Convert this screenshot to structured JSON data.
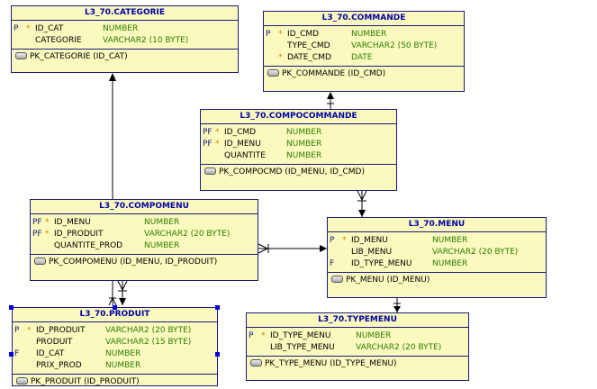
{
  "tables": {
    "categorie": {
      "name": "L3_70.CATEGORIE",
      "columns": [
        {
          "flag": "P",
          "star": "*",
          "name": "ID_CAT",
          "type": "NUMBER"
        },
        {
          "flag": "",
          "star": "",
          "name": "CATEGORIE",
          "type": "VARCHAR2 (10 BYTE)"
        }
      ],
      "pk": "PK_CATEGORIE (ID_CAT)"
    },
    "commande": {
      "name": "L3_70.COMMANDE",
      "columns": [
        {
          "flag": "P",
          "star": "*",
          "name": "ID_CMD",
          "type": "NUMBER"
        },
        {
          "flag": "",
          "star": "",
          "name": "TYPE_CMD",
          "type": "VARCHAR2 (50 BYTE)"
        },
        {
          "flag": "",
          "star": "*",
          "name": "DATE_CMD",
          "type": "DATE"
        }
      ],
      "pk": "PK_COMMANDE (ID_CMD)"
    },
    "compocommande": {
      "name": "L3_70.COMPOCOMMANDE",
      "columns": [
        {
          "flag": "PF",
          "star": "*",
          "name": "ID_CMD",
          "type": "NUMBER"
        },
        {
          "flag": "PF",
          "star": "*",
          "name": "ID_MENU",
          "type": "NUMBER"
        },
        {
          "flag": "",
          "star": "",
          "name": "QUANTITE",
          "type": "NUMBER"
        }
      ],
      "pk": "PK_COMPOCMD (ID_MENU, ID_CMD)"
    },
    "compomenu": {
      "name": "L3_70.COMPOMENU",
      "columns": [
        {
          "flag": "PF",
          "star": "*",
          "name": "ID_MENU",
          "type": "NUMBER"
        },
        {
          "flag": "PF",
          "star": "*",
          "name": "ID_PRODUIT",
          "type": "VARCHAR2 (20 BYTE)"
        },
        {
          "flag": "",
          "star": "",
          "name": "QUANTITE_PROD",
          "type": "NUMBER"
        }
      ],
      "pk": "PK_COMPOMENU (ID_MENU, ID_PRODUIT)"
    },
    "menu": {
      "name": "L3_70.MENU",
      "columns": [
        {
          "flag": "P",
          "star": "*",
          "name": "ID_MENU",
          "type": "NUMBER"
        },
        {
          "flag": "",
          "star": "",
          "name": "LIB_MENU",
          "type": "VARCHAR2 (20 BYTE)"
        },
        {
          "flag": "F",
          "star": "",
          "name": "ID_TYPE_MENU",
          "type": "NUMBER"
        }
      ],
      "pk": "PK_MENU (ID_MENU)"
    },
    "produit": {
      "name": "L3_70.PRODUIT",
      "columns": [
        {
          "flag": "P",
          "star": "*",
          "name": "ID_PRODUIT",
          "type": "VARCHAR2 (20 BYTE)"
        },
        {
          "flag": "",
          "star": "",
          "name": "PRODUIT",
          "type": "VARCHAR2 (15 BYTE)"
        },
        {
          "flag": "F",
          "star": "",
          "name": "ID_CAT",
          "type": "NUMBER"
        },
        {
          "flag": "",
          "star": "",
          "name": "PRIX_PROD",
          "type": "NUMBER"
        }
      ],
      "pk": "PK_PRODUIT (ID_PRODUIT)"
    },
    "typemenu": {
      "name": "L3_70.TYPEMENU",
      "columns": [
        {
          "flag": "P",
          "star": "*",
          "name": "ID_TYPE_MENU",
          "type": "NUMBER"
        },
        {
          "flag": "",
          "star": "",
          "name": "LIB_TYPE_MENU",
          "type": "VARCHAR2 (20 BYTE)"
        }
      ],
      "pk": "PK_TYPE_MENU (ID_TYPE_MENU)"
    }
  },
  "colors": {
    "table_bg": "#fafabe",
    "border": "#1a1a80",
    "title": "#0000a8",
    "type": "#2e7d00",
    "star": "#d07a00",
    "selection": "#0000dd"
  }
}
